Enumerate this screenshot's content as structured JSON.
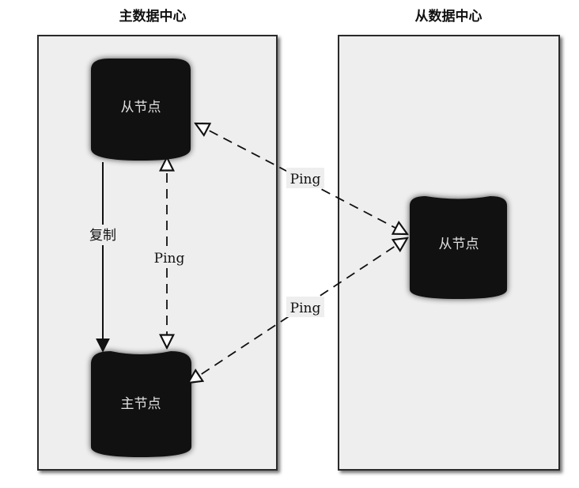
{
  "titles": {
    "left": "主数据中心",
    "right": "从数据中心"
  },
  "nodes": {
    "left_slave": "从节点",
    "left_master": "主节点",
    "right_slave": "从节点"
  },
  "edges": {
    "replication": "复制",
    "ping_vertical": "Ping",
    "ping_upper": "Ping",
    "ping_lower": "Ping"
  }
}
